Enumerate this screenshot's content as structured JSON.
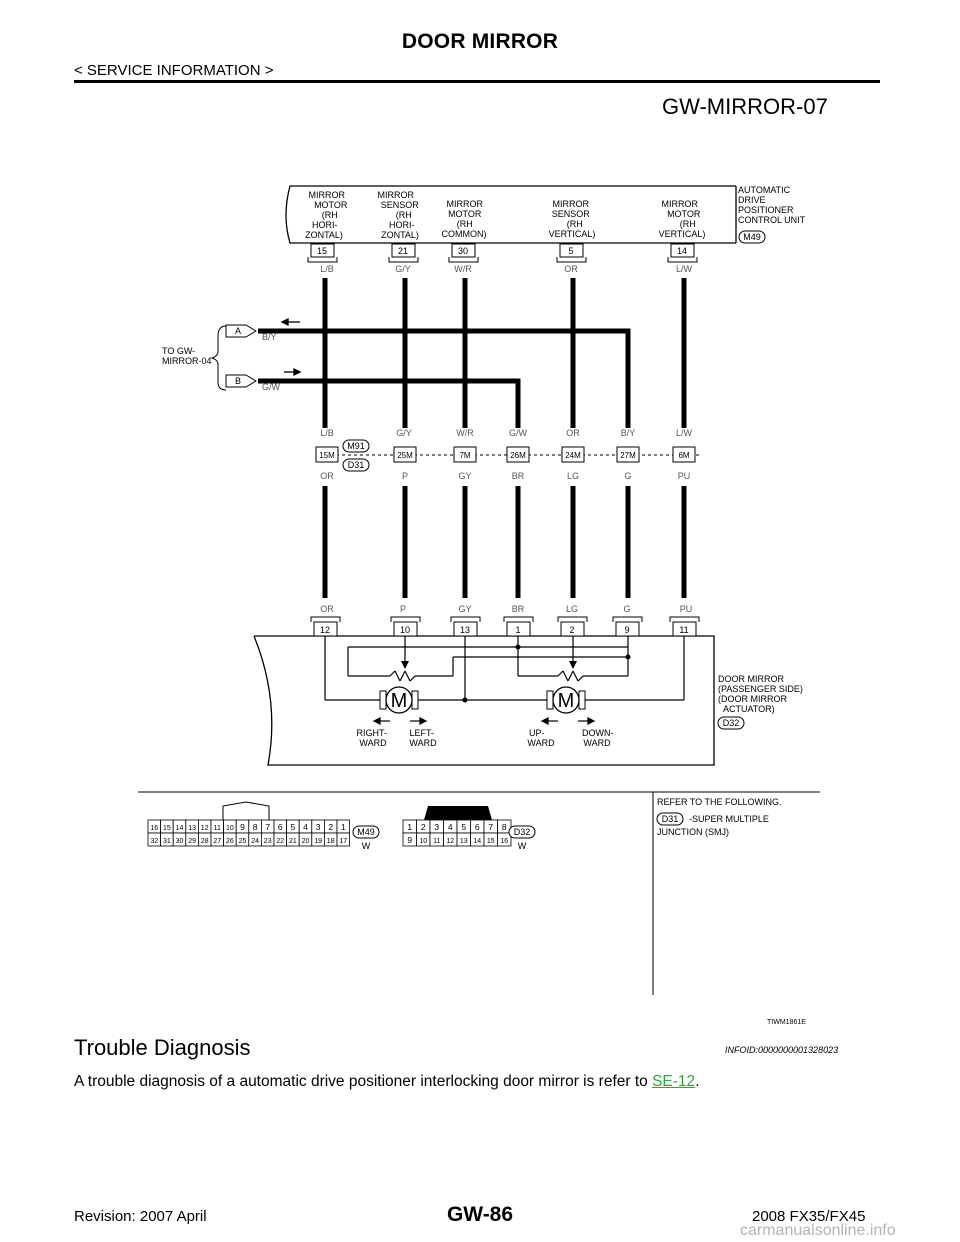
{
  "header": {
    "title": "DOOR MIRROR",
    "subtitle": "< SERVICE INFORMATION >",
    "diagram_id": "GW-MIRROR-07"
  },
  "control_unit": {
    "name_lines": [
      "AUTOMATIC",
      "DRIVE",
      "POSITIONER",
      "CONTROL UNIT"
    ],
    "connector": "M49",
    "terminals": [
      {
        "pin": "15",
        "color": "L/B",
        "desc": [
          "MIRROR",
          "MOTOR",
          "(RH",
          "HORI-",
          "ZONTAL)"
        ]
      },
      {
        "pin": "21",
        "color": "G/Y",
        "desc": [
          "MIRROR",
          "SENSOR",
          "(RH",
          "HORI-",
          "ZONTAL)"
        ]
      },
      {
        "pin": "30",
        "color": "W/R",
        "desc": [
          "MIRROR",
          "MOTOR",
          "(RH",
          "COMMON)"
        ]
      },
      {
        "pin": "5",
        "color": "OR",
        "desc": [
          "MIRROR",
          "SENSOR",
          "(RH",
          "VERTICAL)"
        ]
      },
      {
        "pin": "14",
        "color": "L/W",
        "desc": [
          "MIRROR",
          "MOTOR",
          "(RH",
          "VERTICAL)"
        ]
      }
    ]
  },
  "to_ref": {
    "label_lines": [
      "TO GW-",
      "MIRROR-04"
    ],
    "A": {
      "letter": "A",
      "color": "B/Y"
    },
    "B": {
      "letter": "B",
      "color": "G/W"
    }
  },
  "junction": {
    "connector_top": "M91",
    "connector_bottom": "D31",
    "pins": [
      {
        "pin": "15M",
        "top": "L/B",
        "bottom": "OR"
      },
      {
        "pin": "25M",
        "top": "G/Y",
        "bottom": "P"
      },
      {
        "pin": "7M",
        "top": "W/R",
        "bottom": "GY"
      },
      {
        "pin": "26M",
        "top": "G/W",
        "bottom": "BR"
      },
      {
        "pin": "24M",
        "top": "OR",
        "bottom": "LG"
      },
      {
        "pin": "27M",
        "top": "B/Y",
        "bottom": "G"
      },
      {
        "pin": "6M",
        "top": "L/W",
        "bottom": "PU"
      }
    ]
  },
  "actuator": {
    "name_lines": [
      "DOOR MIRROR",
      "(PASSENGER SIDE)",
      "(DOOR MIRROR",
      "ACTUATOR)"
    ],
    "connector": "D32",
    "pins": [
      {
        "pin": "12",
        "color": "OR"
      },
      {
        "pin": "10",
        "color": "P"
      },
      {
        "pin": "13",
        "color": "GY"
      },
      {
        "pin": "1",
        "color": "BR"
      },
      {
        "pin": "2",
        "color": "LG"
      },
      {
        "pin": "9",
        "color": "G"
      },
      {
        "pin": "11",
        "color": "PU"
      }
    ],
    "motor_symbol": "M",
    "labels": {
      "right_ward": [
        "RIGHT-",
        "WARD"
      ],
      "left_ward": [
        "LEFT-",
        "WARD"
      ],
      "up_ward": [
        "UP-",
        "WARD"
      ],
      "down_ward": [
        "DOWN-",
        "WARD"
      ]
    }
  },
  "connector_views": {
    "m49": {
      "id": "M49",
      "color": "W",
      "top_row": [
        "16",
        "15",
        "14",
        "13",
        "12",
        "11",
        "10",
        "9",
        "8",
        "7",
        "6",
        "5",
        "4",
        "3",
        "2",
        "1"
      ],
      "bottom_row": [
        "32",
        "31",
        "30",
        "29",
        "28",
        "27",
        "26",
        "25",
        "24",
        "23",
        "22",
        "21",
        "20",
        "19",
        "18",
        "17"
      ]
    },
    "d32": {
      "id": "D32",
      "color": "W",
      "top_row": [
        "1",
        "2",
        "3",
        "4",
        "5",
        "6",
        "7",
        "8"
      ],
      "bottom_row": [
        "9",
        "10",
        "11",
        "12",
        "13",
        "14",
        "15",
        "16"
      ]
    }
  },
  "refer": {
    "title": "REFER TO THE FOLLOWING.",
    "connector": "D31",
    "desc_lines": [
      "-SUPER MULTIPLE",
      "JUNCTION (SMJ)"
    ]
  },
  "figure_code": "TIWM1861E",
  "section": {
    "heading": "Trouble Diagnosis",
    "infoid": "INFOID:0000000001328023",
    "body_prefix": "A trouble diagnosis of a automatic drive positioner interlocking door mirror is refer to ",
    "link_text": "SE-12",
    "body_suffix": "."
  },
  "footer": {
    "revision": "Revision: 2007 April",
    "page": "GW-86",
    "model": "2008 FX35/FX45",
    "watermark": "carmanualsonline.info"
  }
}
